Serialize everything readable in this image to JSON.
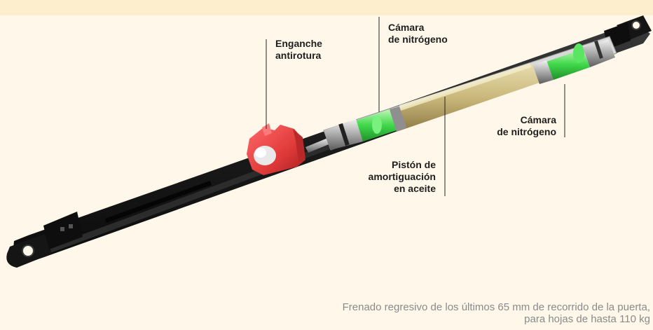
{
  "labels": {
    "enganche": {
      "line1": "Enganche",
      "line2": "antirotura"
    },
    "camara_top": {
      "line1": "Cámara",
      "line2": "de nitrógeno"
    },
    "camara_right": {
      "line1": "Cámara",
      "line2": "de nitrógeno"
    },
    "piston": {
      "line1": "Pistón de",
      "line2": "amortiguación",
      "line3": "en aceite"
    }
  },
  "caption": {
    "line1": "Frenado regresivo de los últimos 65 mm de recorrido de la puerta,",
    "line2": "para hojas de hasta 110 kg"
  },
  "colors": {
    "background": "#fff8ea",
    "rail": "#1b1b1b",
    "catch": "#e03a3a",
    "nitrogen": "#3fd84a",
    "oil_tube": "#c9b77a",
    "text": "#1e1e1e",
    "caption_text": "#8a8a8a"
  }
}
